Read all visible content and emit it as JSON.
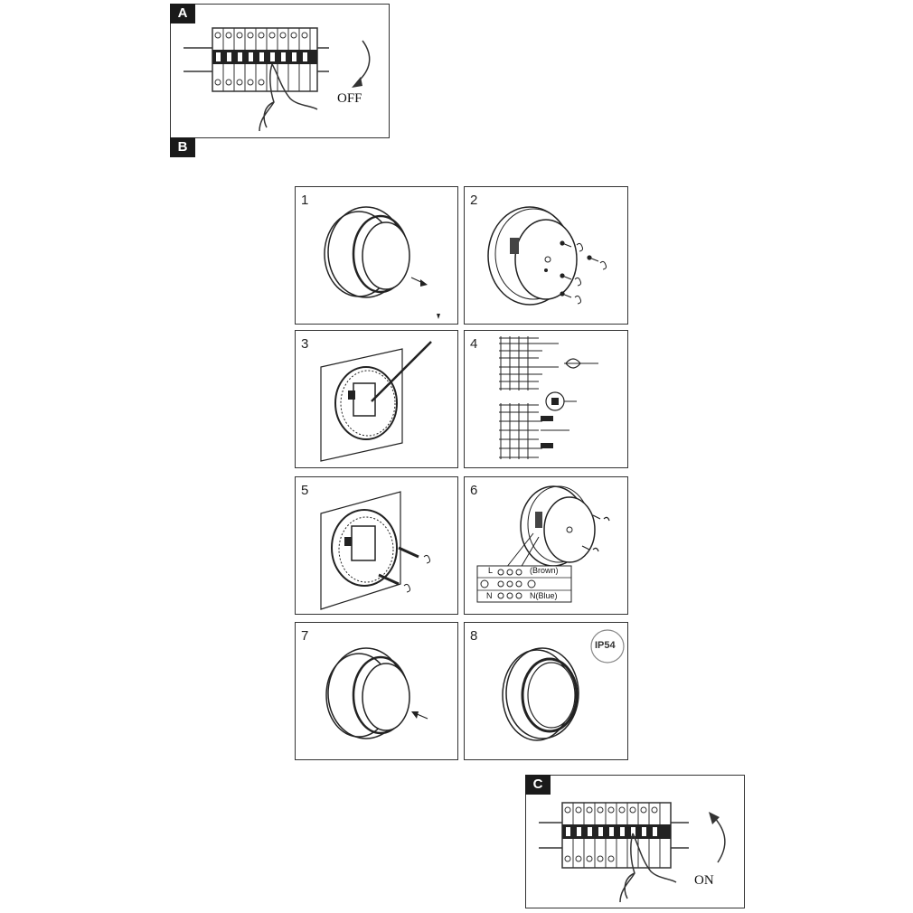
{
  "panel_a": {
    "tag": "A",
    "label": "OFF"
  },
  "panel_b": {
    "tag": "B"
  },
  "panel_c": {
    "tag": "C",
    "label": "ON"
  },
  "steps": [
    {
      "num": "1"
    },
    {
      "num": "2"
    },
    {
      "num": "3"
    },
    {
      "num": "4"
    },
    {
      "num": "5"
    },
    {
      "num": "6",
      "wires": {
        "L": "L",
        "L_color": "(Brown)",
        "N": "N",
        "N_color": "N(Blue)"
      }
    },
    {
      "num": "7"
    },
    {
      "num": "8",
      "badge": "IP54"
    }
  ]
}
